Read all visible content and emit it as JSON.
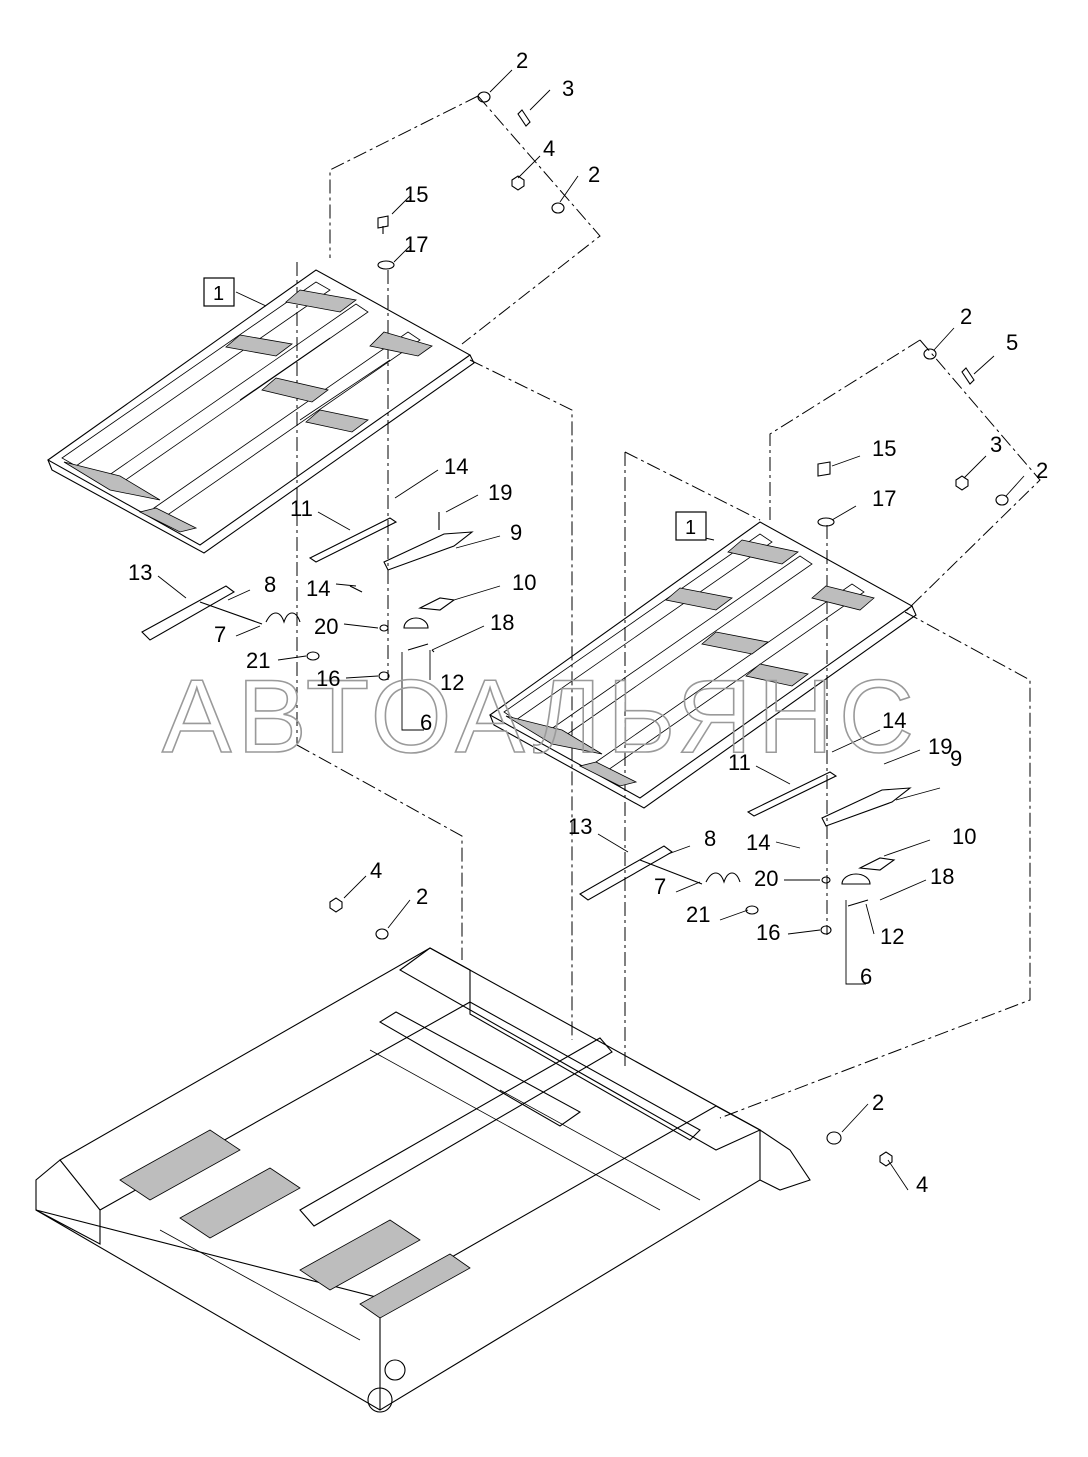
{
  "watermark": "АВТОАЛЬЯНС",
  "assembly_tag": "1",
  "callouts_left": {
    "c2a": "2",
    "c3a": "3",
    "c4a": "4",
    "c2b": "2",
    "c15": "15",
    "c17": "17",
    "c14a": "14",
    "c19": "19",
    "c11": "11",
    "c9": "9",
    "c13": "13",
    "c8": "8",
    "c14b": "14",
    "c10": "10",
    "c20": "20",
    "c18": "18",
    "c7": "7",
    "c21": "21",
    "c16": "16",
    "c12": "12",
    "c6": "6"
  },
  "callouts_right": {
    "c2a": "2",
    "c5": "5",
    "c15": "15",
    "c3": "3",
    "c2b": "2",
    "c17": "17",
    "c14a": "14",
    "c19": "19",
    "c11": "11",
    "c9": "9",
    "c13": "13",
    "c8": "8",
    "c14b": "14",
    "c10": "10",
    "c20": "20",
    "c18": "18",
    "c7": "7",
    "c21": "21",
    "c16": "16",
    "c12": "12",
    "c6": "6"
  },
  "callouts_frame": {
    "c4a": "4",
    "c2a": "2",
    "c2b": "2",
    "c4b": "4"
  }
}
